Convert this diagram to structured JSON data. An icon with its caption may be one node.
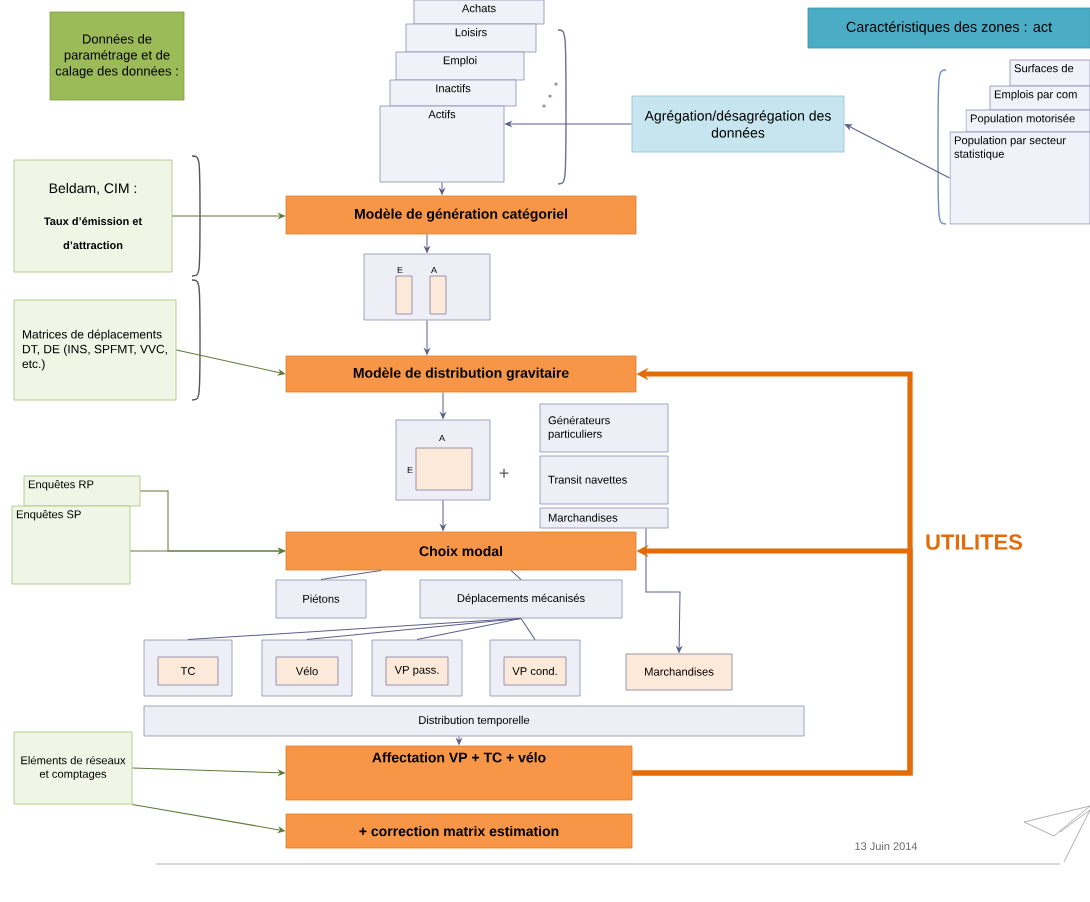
{
  "diagram": {
    "nodes": [
      {
        "text": [
          "Données de paramétrage et de calage des données :"
        ]
      },
      {
        "text": [
          "Achats"
        ]
      },
      {
        "text": [
          "Loisirs"
        ]
      },
      {
        "text": [
          "Emploi"
        ]
      },
      {
        "text": [
          "Inactifs"
        ]
      },
      {
        "text": [
          "Actifs"
        ]
      },
      {
        "text": [
          "Caractéristiques des zones : act"
        ]
      },
      {
        "text": [
          "Agrégation/désagrégation des données"
        ]
      },
      {
        "text": [
          "Surfaces de"
        ]
      },
      {
        "text": [
          "Emplois par com"
        ]
      },
      {
        "text": [
          "Population motorisée"
        ]
      },
      {
        "text": [
          "Population par secteur statistique"
        ]
      },
      {
        "text": [
          "Beldam, CIM :",
          "Taux d’émission et d’attraction"
        ]
      },
      {
        "text": [
          "Modèle de génération catégoriel"
        ]
      },
      {
        "text": [
          "E",
          "A"
        ]
      },
      {
        "text": [
          "Matrices de déplacements DT, DE (INS, SPFMT, VVC, etc.)"
        ]
      },
      {
        "text": [
          "Modèle de distribution gravitaire"
        ]
      },
      {
        "text": [
          "A",
          "E"
        ]
      },
      {
        "text": [
          "Générateurs particuliers"
        ]
      },
      {
        "text": [
          "Transit navettes"
        ]
      },
      {
        "text": [
          "Marchandises"
        ]
      },
      {
        "text": [
          "Enquêtes RP"
        ]
      },
      {
        "text": [
          "Enquêtes SP"
        ]
      },
      {
        "text": [
          "Choix modal"
        ]
      },
      {
        "text": [
          "Piétons"
        ]
      },
      {
        "text": [
          "Déplacements mécanisés"
        ]
      },
      {
        "text": [
          "TC"
        ]
      },
      {
        "text": [
          "Vélo"
        ]
      },
      {
        "text": [
          "VP pass."
        ]
      },
      {
        "text": [
          "VP cond."
        ]
      },
      {
        "text": [
          "Marchandises"
        ]
      },
      {
        "text": [
          "Distribution temporelle"
        ]
      },
      {
        "text": [
          "Eléments de réseaux et comptages"
        ]
      },
      {
        "text": [
          "Affectation VP + TC + vélo"
        ]
      },
      {
        "text": [
          "+ correction matrix estimation"
        ]
      }
    ],
    "edges": [
      {
        "from": 5,
        "to": 13,
        "arrow": "to"
      },
      {
        "from": 7,
        "to": 5,
        "arrow": "to"
      },
      {
        "from": 11,
        "to": 7,
        "arrow": "to"
      },
      {
        "from": 12,
        "to": 13,
        "arrow": "to",
        "color": "#5e7a3a"
      },
      {
        "from": 13,
        "to": 14,
        "arrow": "to"
      },
      {
        "from": 14,
        "to": 16,
        "arrow": "to"
      },
      {
        "from": 15,
        "to": 16,
        "arrow": "to",
        "color": "#5e7a3a"
      },
      {
        "from": 16,
        "to": 17,
        "arrow": "to"
      },
      {
        "from": 17,
        "to": 23,
        "arrow": "to"
      },
      {
        "from": 21,
        "to": 23,
        "arrow": "to",
        "color": "#5e7a3a"
      },
      {
        "from": 22,
        "to": 23,
        "arrow": "to",
        "color": "#5e7a3a"
      },
      {
        "from": 23,
        "to": 24,
        "arrow": "none"
      },
      {
        "from": 23,
        "to": 25,
        "arrow": "none"
      },
      {
        "from": 25,
        "to": 26,
        "arrow": "none"
      },
      {
        "from": 25,
        "to": 27,
        "arrow": "none"
      },
      {
        "from": 25,
        "to": 28,
        "arrow": "none"
      },
      {
        "from": 25,
        "to": 29,
        "arrow": "none"
      },
      {
        "from": 20,
        "to": 30,
        "arrow": "to"
      },
      {
        "from": 31,
        "to": 33,
        "arrow": "to"
      },
      {
        "from": 32,
        "to": 33,
        "arrow": "to",
        "color": "#5e7a3a"
      },
      {
        "from": 32,
        "to": 34,
        "arrow": "to",
        "color": "#5e7a3a"
      },
      {
        "from": 33,
        "to": 23,
        "arrow": "to",
        "label": "UTILITES",
        "style": "thick",
        "color": "#e36c0a"
      },
      {
        "from": 33,
        "to": 16,
        "arrow": "to",
        "style": "thick",
        "color": "#e36c0a"
      }
    ],
    "labels": [
      "+",
      "13 Juin 2014"
    ]
  }
}
